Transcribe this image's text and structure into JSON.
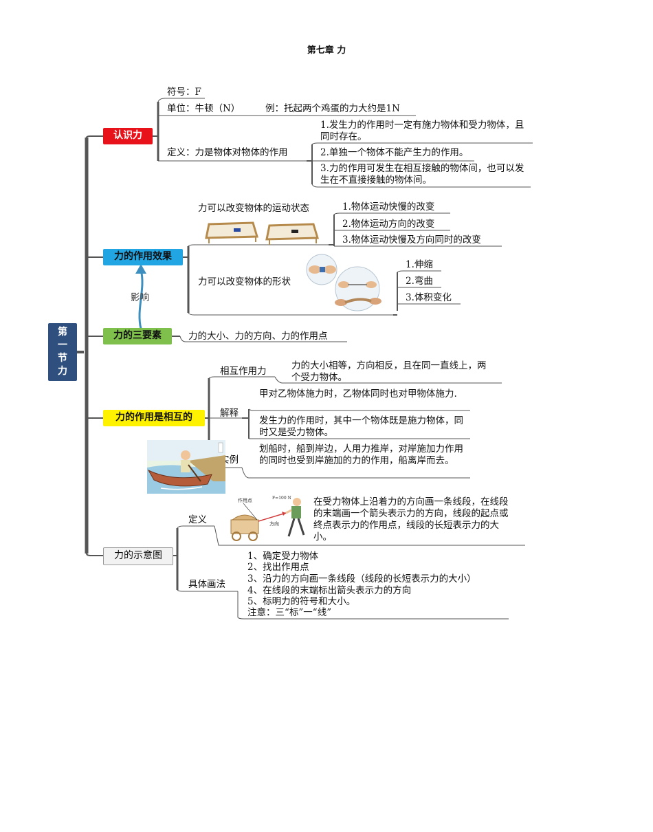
{
  "page_title": "第七章 力",
  "root": "第\n一\n节\n力",
  "root_chars": [
    "第",
    "一",
    "节",
    "力"
  ],
  "colors": {
    "root_bg": "#2f4f7f",
    "renshi": "#e8121a",
    "xiaoguo": "#21a5e3",
    "sanyaosu": "#7fc04c",
    "xianghu": "#fff200",
    "shiyitu": "#f2f2f2",
    "branch": "#555555",
    "arrow": "#3d8fc0"
  },
  "n1": {
    "label": "认识力",
    "symbol": "符号：F",
    "unit": "单位：牛顿（N）",
    "example": "例：托起两个鸡蛋的力大约是1N",
    "def": "定义：力是物体对物体的作用",
    "def_items": [
      "1.发生力的作用时一定有施力物体和受力物体，且同时存在。",
      "2.单独一个物体不能产生力的作用。",
      "3.力的作用可发生在相互接触的物体间，也可以发生在不直接接触的物体间。"
    ]
  },
  "n2": {
    "label": "力的作用效果",
    "motion": "力可以改变物体的运动状态",
    "motion_items": [
      "1.物体运动快慢的改变",
      "2.物体运动方向的改变",
      "3.物体运动快慢及方向同时的改变"
    ],
    "shape": "力可以改变物体的形状",
    "shape_items": [
      "1.伸缩",
      "2.弯曲",
      "3.体积变化"
    ],
    "influence": "影响"
  },
  "n3": {
    "label": "力的三要素",
    "text": "力的大小、力的方向、力的作用点"
  },
  "n4": {
    "label": "力的作用是相互的",
    "mutual": "相互作用力",
    "mutual_text": "力的大小相等，方向相反，且在同一直线上，两个受力物体。",
    "explain": "解释",
    "explain_items": [
      "甲对乙物体施力时，乙物体同时也对甲物体施力.",
      "发生力的作用时，其中一个物体既是施力物体，同时又是受力物体。"
    ],
    "example": "实例",
    "example_text": "划船时，船到岸边，人用力推岸，对岸施加力作用的同时也受到岸施加的力的作用，船离岸而去。"
  },
  "n5": {
    "label": "力的示意图",
    "def": "定义",
    "def_text": "在受力物体上沿着力的方向画一条线段，在线段的末端画一个箭头表示力的方向，线段的起点或终点表示力的作用点，线段的长短表示力的大小。",
    "fig_labels": [
      "作用点",
      "F=100 N",
      "方向"
    ],
    "method": "具体画法",
    "steps": [
      "1、确定受力物体",
      "2、找出作用点",
      "3、沿力的方向画一条线段（线段的长短表示力的大小）",
      "4、在线段的末端标出箭头表示力的方向",
      "5、标明力的符号和大小。",
      "注意：三“标”一“线”"
    ]
  }
}
